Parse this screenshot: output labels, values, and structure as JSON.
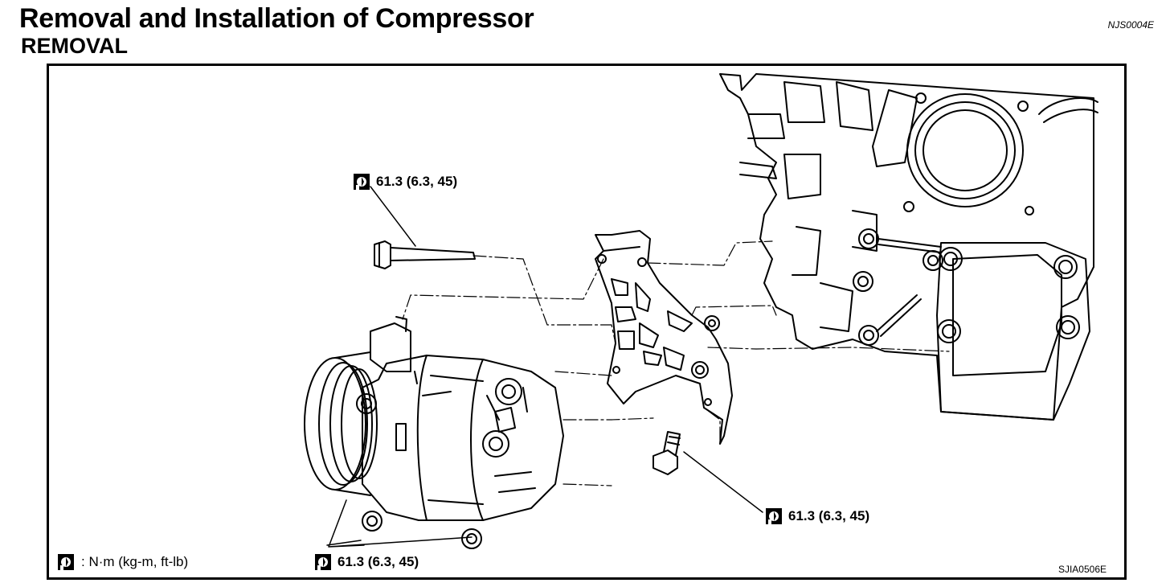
{
  "header": {
    "title": "Removal and Installation of Compressor",
    "subtitle": "REMOVAL",
    "doc_id": "NJS0004E"
  },
  "diagram": {
    "torque_labels": [
      {
        "text": "61.3 (6.3, 45)"
      },
      {
        "text": "61.3 (6.3, 45)"
      },
      {
        "text": "61.3 (6.3, 45)"
      }
    ],
    "legend": {
      "text": ": N·m (kg-m, ft-lb)"
    },
    "figure_id": "SJIA0506E"
  }
}
